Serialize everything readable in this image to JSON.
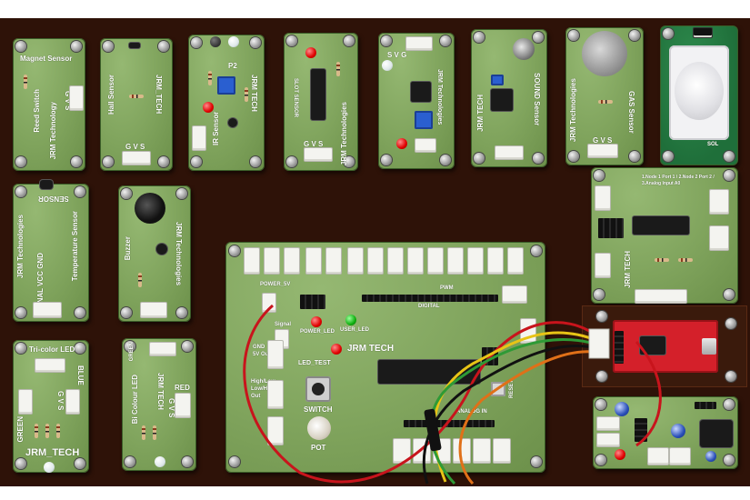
{
  "scene": {
    "description_tags": [
      "pcb-trainer-board",
      "sensor-modules",
      "wiring"
    ],
    "colors": {
      "board_background": "#2e1208",
      "pcb_green": "#7fa35c",
      "pir_pcb": "#1f6f3a",
      "usb_module": "#d4202a",
      "wire_red": "#c8141c",
      "wire_yellow": "#e8c416",
      "wire_green": "#2e9a36",
      "wire_black": "#111111",
      "wire_orange": "#e07018"
    }
  },
  "modules": {
    "magnet": {
      "title": "Magnet Sensor",
      "sub1": "Reed Switch",
      "sub2": "JRM Technology",
      "pins": "G V S"
    },
    "hall": {
      "title": "Hall Sensor",
      "brand": "JRM_TECH",
      "pins": "G V S"
    },
    "ir": {
      "brand": "JRM TECH",
      "title": "IR Sensor",
      "sub": "P2"
    },
    "slot": {
      "title": "SLOT SENSOR",
      "brand": "JRM Technologies",
      "pins": "G V S"
    },
    "moisture": {
      "brand": "JRM Technologies",
      "pins": "S V G"
    },
    "sound": {
      "brand": "JRM TECH",
      "title": "SOUND Sensor"
    },
    "gas": {
      "brand": "JRM Technologies",
      "title": "GAS Sensor",
      "pins": "G V S"
    },
    "pir": {
      "brand": "SOL"
    },
    "temperature": {
      "brand": "JRM Technologies",
      "title": "Temperature Sensor",
      "sensor": "SENSOR",
      "pins": "SIGNAL VCC GND"
    },
    "buzzer": {
      "title": "Buzzer",
      "brand": "JRM Technologies"
    },
    "relay": {
      "brand": "JRM TECH",
      "lines": "1.Node 1 Port 1 / 2.Node 2 Port 2 / 3.Analog Input A0"
    },
    "tricolor": {
      "title": "Tri-color LED",
      "brand": "JRM_TECH",
      "blue": "BLUE",
      "green": "GREEN",
      "pins": "G V S"
    },
    "bicolor": {
      "title": "Bi Colour LED",
      "brand": "JRM TECH",
      "red": "RED",
      "green": "GREEN",
      "pins": "G V S"
    },
    "main": {
      "brand": "JRM TECH",
      "power": "POWER_5V",
      "power_led": "POWER_LED",
      "user_led": "USER_LED",
      "led_test": "LED_TEST",
      "switch": "SWITCH",
      "pot": "POT",
      "signal": "Signal",
      "gnd_5v_out": "GND 5V Out",
      "high_low": "High/Low Low/High Out",
      "reset": "RESET",
      "analog_in": "ANALOG IN",
      "digital": "DIGITAL",
      "pwm": "PWM"
    }
  }
}
